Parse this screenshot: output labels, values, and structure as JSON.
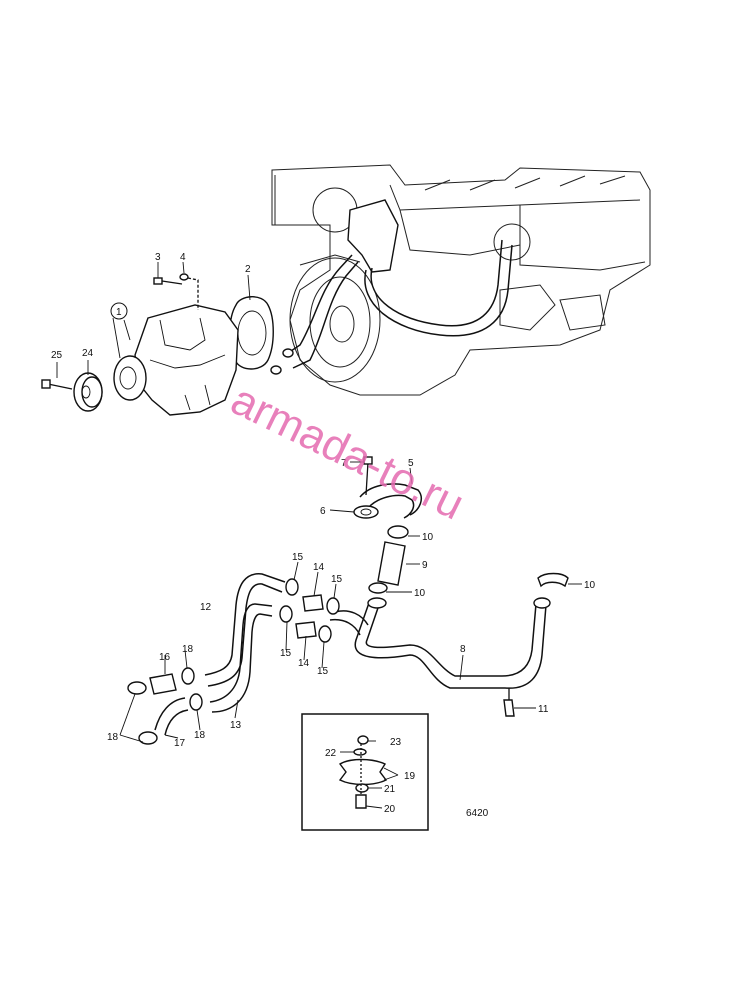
{
  "diagram": {
    "figure_number": "6420",
    "watermark": "armada-to.ru",
    "labels": {
      "p1": "1",
      "p2": "2",
      "p3": "3",
      "p4": "4",
      "p5": "5",
      "p6": "6",
      "p7": "7",
      "p8": "8",
      "p9": "9",
      "p10a": "10",
      "p10b": "10",
      "p10c": "10",
      "p11": "11",
      "p12": "12",
      "p13": "13",
      "p14a": "14",
      "p14b": "14",
      "p15a": "15",
      "p15b": "15",
      "p15c": "15",
      "p15d": "15",
      "p16": "16",
      "p17": "17",
      "p18a": "18",
      "p18b": "18",
      "p18c": "18",
      "p19": "19",
      "p20": "20",
      "p21": "21",
      "p22": "22",
      "p23": "23",
      "p24": "24",
      "p25": "25"
    }
  }
}
